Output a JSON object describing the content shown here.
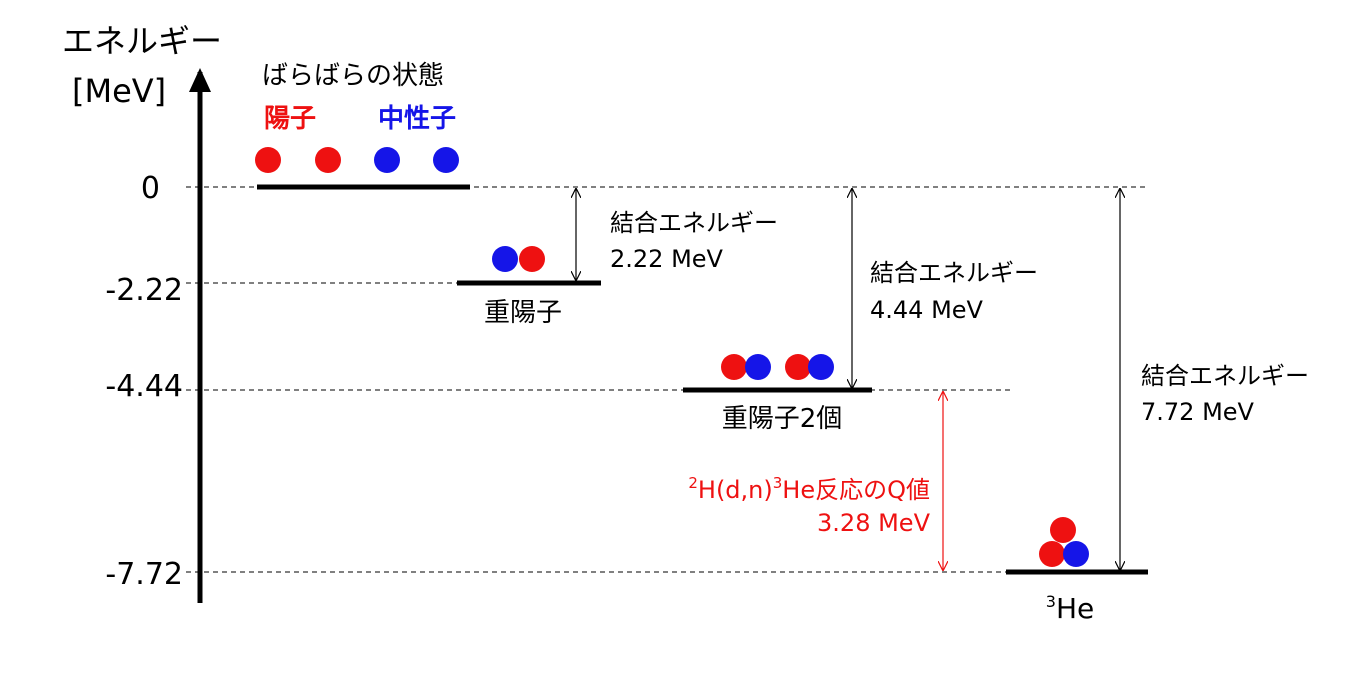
{
  "axis": {
    "title_line1": "エネルギー",
    "title_line2": "[MeV]",
    "ticks": [
      "0",
      "-2.22",
      "-4.44",
      "-7.72"
    ]
  },
  "states": {
    "free": {
      "title": "ばらばらの状態",
      "proton_label": "陽子",
      "neutron_label": "中性子"
    },
    "deuteron": {
      "label": "重陽子"
    },
    "two_deuterons": {
      "label": "重陽子2個"
    },
    "helium3": {
      "label_sup": "3",
      "label": "He"
    }
  },
  "binding": {
    "deuteron": {
      "title": "結合エネルギー",
      "value": "2.22 MeV"
    },
    "two_deuterons": {
      "title": "結合エネルギー",
      "value": "4.44 MeV"
    },
    "helium3": {
      "title": "結合エネルギー",
      "value": "7.72 MeV"
    }
  },
  "reaction": {
    "sup1": "2",
    "part1": "H(d,n)",
    "sup2": "3",
    "part2": "He反応のQ値",
    "value": "3.28 MeV"
  },
  "colors": {
    "proton": "#ee1111",
    "neutron": "#1515e8",
    "q_value": "#ee1111"
  }
}
